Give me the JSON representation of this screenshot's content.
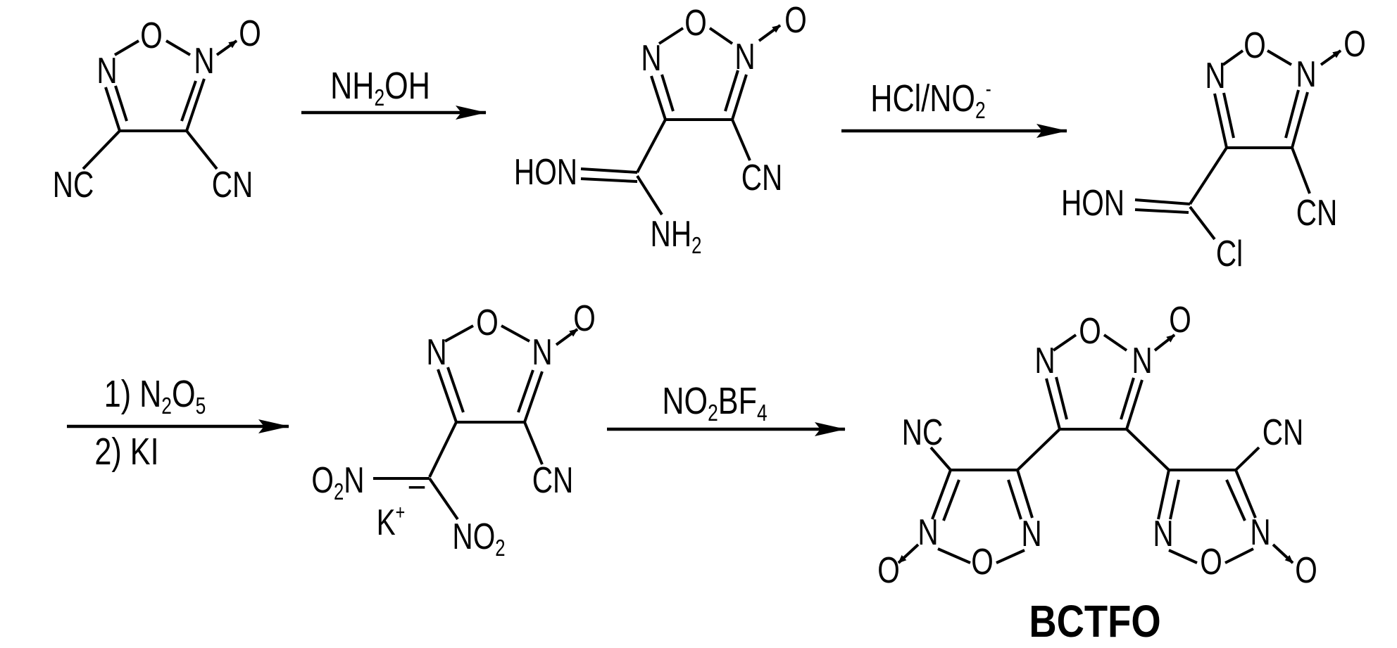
{
  "reagents": {
    "step1": {
      "main": "NH",
      "sub": "2",
      "tail": "OH"
    },
    "step2": {
      "main": "HCl/NO",
      "sub": "2",
      "sup": "-"
    },
    "step3_line1": {
      "main": "1) N",
      "sub1": "2",
      "mid": "O",
      "sub2": "5"
    },
    "step3_line2": "2) KI",
    "step4": {
      "main": "NO",
      "sub1": "2",
      "mid": "BF",
      "sub2": "4"
    }
  },
  "atoms": {
    "N": "N",
    "O": "O",
    "NC": "NC",
    "CN": "CN",
    "HON": "HON",
    "NH": "NH",
    "two": "2",
    "Cl": "Cl",
    "K": "K",
    "plus": "+",
    "minus": "–"
  },
  "product_name": "BCTFO"
}
